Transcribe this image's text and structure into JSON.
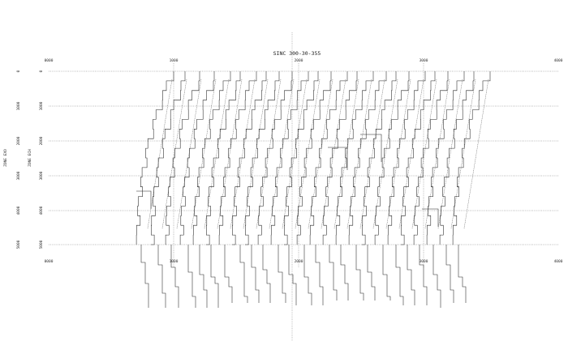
{
  "chart_data": {
    "type": "line",
    "title": "SINC 300-30-355",
    "ylabel_outer": "ZONE EXO",
    "ylabel_inner": "ZONE ECH",
    "y_ticks": [
      "0",
      "1000",
      "2000",
      "3000",
      "4000",
      "5000"
    ],
    "x_ticks_top": [
      "0000",
      "1000",
      "2000",
      "3000",
      "4000"
    ],
    "x_ticks_bottom": [
      "0000",
      "1000",
      "2000",
      "3000",
      "4000"
    ],
    "traces": [
      {
        "x0": 168,
        "offset": 0
      },
      {
        "x0": 186,
        "offset": 8
      },
      {
        "x0": 204,
        "offset": 16
      },
      {
        "x0": 222,
        "offset": 4
      },
      {
        "x0": 238,
        "offset": 12
      },
      {
        "x0": 254,
        "offset": 20
      },
      {
        "x0": 270,
        "offset": 6
      },
      {
        "x0": 286,
        "offset": 14
      },
      {
        "x0": 302,
        "offset": 2
      },
      {
        "x0": 318,
        "offset": 10
      },
      {
        "x0": 334,
        "offset": 18
      },
      {
        "x0": 350,
        "offset": 5
      },
      {
        "x0": 366,
        "offset": 13
      },
      {
        "x0": 382,
        "offset": 21
      },
      {
        "x0": 398,
        "offset": 7
      },
      {
        "x0": 414,
        "offset": 15
      },
      {
        "x0": 430,
        "offset": 3
      },
      {
        "x0": 446,
        "offset": 11
      },
      {
        "x0": 462,
        "offset": 19
      },
      {
        "x0": 478,
        "offset": 9
      },
      {
        "x0": 494,
        "offset": 17
      },
      {
        "x0": 510,
        "offset": 1
      },
      {
        "x0": 526,
        "offset": 12
      },
      {
        "x0": 542,
        "offset": 22
      },
      {
        "x0": 558,
        "offset": 6
      }
    ]
  }
}
